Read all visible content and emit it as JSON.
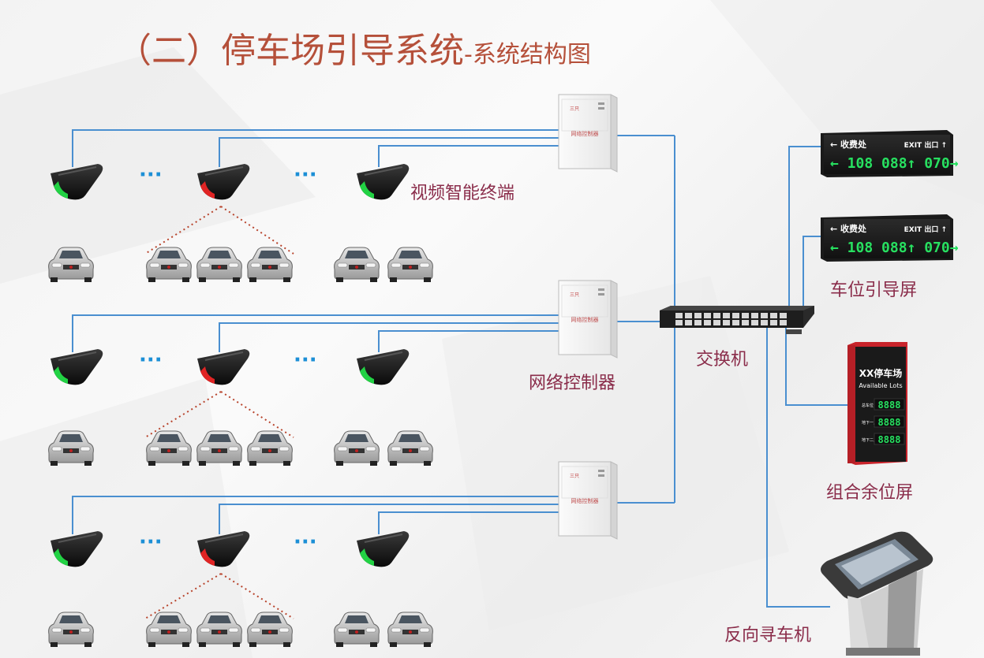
{
  "title": {
    "main": "（二）停车场引导系统",
    "sub": "-系统结构图"
  },
  "labels": {
    "camera": "视频智能终端",
    "controller": "网络控制器",
    "switch": "交换机",
    "guide_screen": "车位引导屏",
    "combo_screen": "组合余位屏",
    "kiosk": "反向寻车机"
  },
  "controller_panel_text": "网络控制器",
  "controller_logo": "三只",
  "guide_screen": {
    "left_text": "收费处",
    "exit_text": "EXIT 出口",
    "digits": [
      "108",
      "088",
      "070"
    ]
  },
  "combo_screen": {
    "title": "XX停车场",
    "subtitle": "Available Lots",
    "rows": [
      {
        "label": "总车位",
        "value": "8888"
      },
      {
        "label": "地下一层",
        "value": "8888"
      },
      {
        "label": "地下二层",
        "value": "8888"
      }
    ]
  },
  "ellipsis": "···",
  "colors": {
    "line": "#4a8fd0",
    "title": "#b5503a",
    "label": "#8a2c4a",
    "camera_green": "#22d244",
    "camera_red": "#e02424",
    "led_green": "#27e060",
    "dotted": "#b8442c"
  }
}
